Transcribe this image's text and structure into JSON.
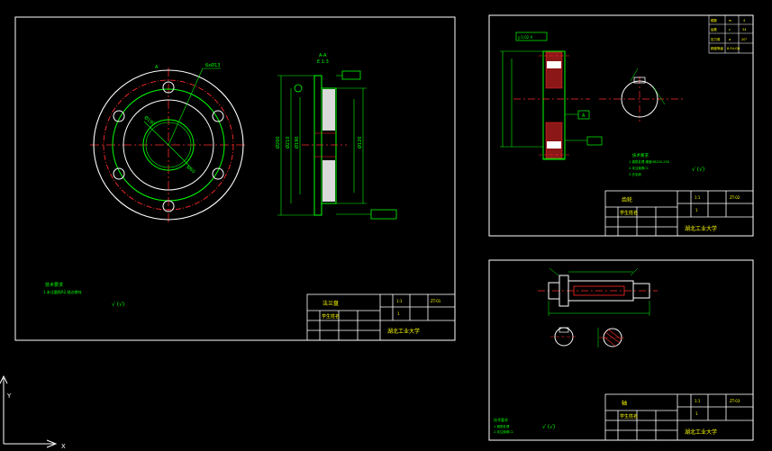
{
  "palette": {
    "background": "#000000",
    "frame": "#ffffff",
    "outline": "#00ff00",
    "center_line": "#ff2a2a",
    "hidden_line": "#ff2a2a",
    "dimension": "#00ff00",
    "title_text": "#ffff00",
    "highlight_text": "#00ffff"
  },
  "sheet1": {
    "section_label": "A-A",
    "scale_label": "E 1:3",
    "view_marker": "A",
    "hole_callout": "6xØ13",
    "pcd_label": "Ø190",
    "bore_label": "Ø60",
    "tech_title": "技术要求",
    "tech_note": "1.未注圆角R2,锐边倒钝",
    "roughness_note": "√  (√)",
    "dims_vertical": [
      "Ø260",
      "Ø210",
      "Ø190",
      "Ø120"
    ],
    "title_block": {
      "part_name": "法兰盘",
      "drawn_by": "学生姓名",
      "scale": "1:1",
      "sheet": "1",
      "code": "ZT-01",
      "university": "湖北工业大学"
    }
  },
  "sheet2": {
    "tolerance_frame": "∥ 0.02 A",
    "datum": "A",
    "table_rows": [
      [
        "模数",
        "m",
        "4"
      ],
      [
        "齿数",
        "z",
        "34"
      ],
      [
        "压力角",
        "α",
        "20°"
      ],
      [
        "精度等级",
        "",
        "8-Fd-GB"
      ]
    ],
    "tech_title": "技术要求",
    "tech_notes": [
      "1.调质处理 硬度HB220-250",
      "2.未注倒角C1",
      "3.去毛刺"
    ],
    "roughness_note": "√  (√)",
    "title_block": {
      "part_name": "齿轮",
      "drawn_by": "学生姓名",
      "scale": "1:1",
      "sheet": "1",
      "code": "ZT-02",
      "university": "湖北工业大学"
    }
  },
  "sheet3": {
    "tech_title": "技术要求",
    "tech_notes": [
      "1.调质处理",
      "2.未注倒角C1"
    ],
    "roughness_note": "√  (√)",
    "title_block": {
      "part_name": "轴",
      "drawn_by": "学生姓名",
      "scale": "1:1",
      "sheet": "1",
      "code": "ZT-03",
      "university": "湖北工业大学"
    }
  },
  "ucs": {
    "y_label": "Y",
    "x_label": "X"
  }
}
